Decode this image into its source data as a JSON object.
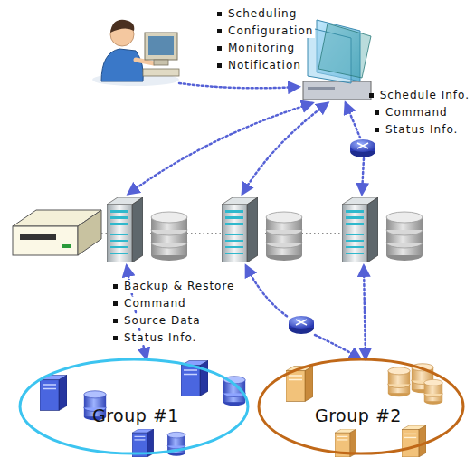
{
  "diagram": {
    "nodes": [
      {
        "text": [
          "Group #1"
        ]
      },
      {
        "text": [
          "Group #2"
        ]
      }
    ],
    "labels": [
      "Scheduling",
      "Configuration",
      "Monitoring",
      "Notification",
      "Schedule Info.",
      "Command",
      "Status Info.",
      "Backup & Restore",
      "Command",
      "Source Data",
      "Status Info."
    ]
  }
}
